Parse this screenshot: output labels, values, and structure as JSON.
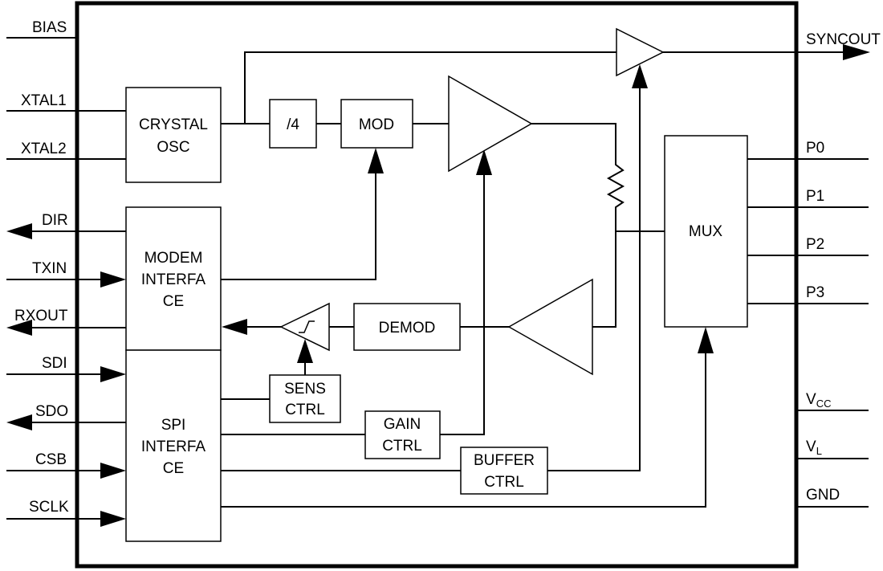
{
  "pins_left": [
    "BIAS",
    "XTAL1",
    "XTAL2",
    "DIR",
    "TXIN",
    "RXOUT",
    "SDI",
    "SDO",
    "CSB",
    "SCLK"
  ],
  "pins_right": {
    "syncout": "SYNCOUT",
    "p0": "P0",
    "p1": "P1",
    "p2": "P2",
    "p3": "P3",
    "vcc": {
      "main": "V",
      "sub": "CC"
    },
    "vl": {
      "main": "V",
      "sub": "L"
    },
    "gnd": "GND"
  },
  "blocks": {
    "crystal_osc": [
      "CRYSTAL",
      "OSC"
    ],
    "div4": "/4",
    "mod": "MOD",
    "modem_interface": [
      "MODEM",
      "INTERFA",
      "CE"
    ],
    "spi_interface": [
      "SPI",
      "INTERFA",
      "CE"
    ],
    "demod": "DEMOD",
    "sens_ctrl": [
      "SENS",
      "CTRL"
    ],
    "gain_ctrl": [
      "GAIN",
      "CTRL"
    ],
    "buffer_ctrl": [
      "BUFFER",
      "CTRL"
    ],
    "mux": "MUX"
  }
}
